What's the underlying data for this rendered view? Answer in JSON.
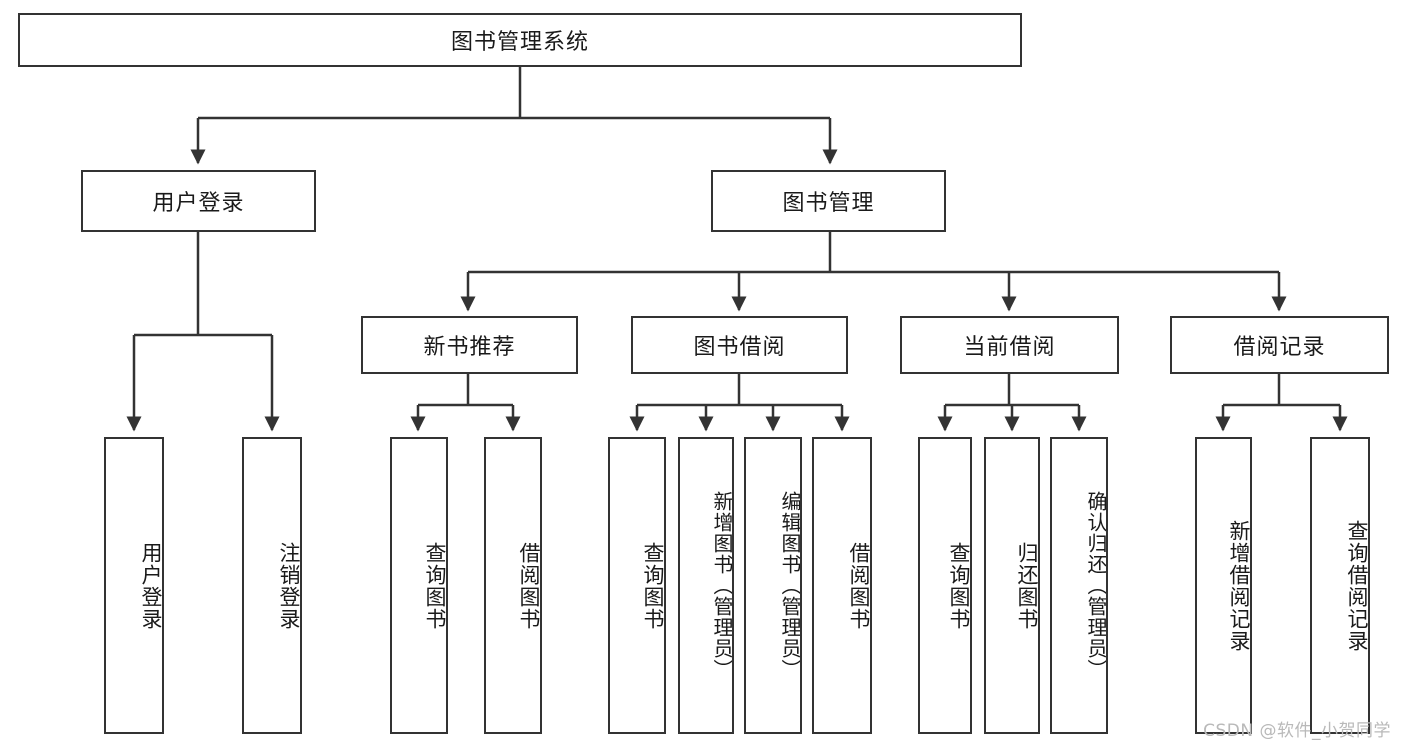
{
  "diagram": {
    "title": "图书管理系统",
    "type": "hierarchy-tree",
    "watermark": "CSDN @软件_小贺同学",
    "colors": {
      "box_border": "#333333",
      "box_fill": "#ffffff",
      "connector": "#333333",
      "text": "#1a1a1a",
      "watermark": "#b9b9b9",
      "background": "#ffffff"
    },
    "nodes": {
      "root": {
        "label": "图书管理系统"
      },
      "level2": [
        {
          "label": "用户登录"
        },
        {
          "label": "图书管理"
        }
      ],
      "level3": [
        {
          "label": "新书推荐"
        },
        {
          "label": "图书借阅"
        },
        {
          "label": "当前借阅"
        },
        {
          "label": "借阅记录"
        }
      ],
      "leaves": [
        {
          "label": "用户登录",
          "parent": "用户登录"
        },
        {
          "label": "注销登录",
          "parent": "用户登录"
        },
        {
          "label": "查询图书",
          "parent": "新书推荐"
        },
        {
          "label": "借阅图书",
          "parent": "新书推荐"
        },
        {
          "label": "查询图书",
          "parent": "图书借阅"
        },
        {
          "label": "新增图书（管理员）",
          "parent": "图书借阅"
        },
        {
          "label": "编辑图书（管理员）",
          "parent": "图书借阅"
        },
        {
          "label": "借阅图书",
          "parent": "图书借阅"
        },
        {
          "label": "查询图书",
          "parent": "当前借阅"
        },
        {
          "label": "归还图书",
          "parent": "当前借阅"
        },
        {
          "label": "确认归还（管理员）",
          "parent": "当前借阅"
        },
        {
          "label": "新增借阅记录",
          "parent": "借阅记录"
        },
        {
          "label": "查询借阅记录",
          "parent": "借阅记录"
        }
      ]
    }
  }
}
